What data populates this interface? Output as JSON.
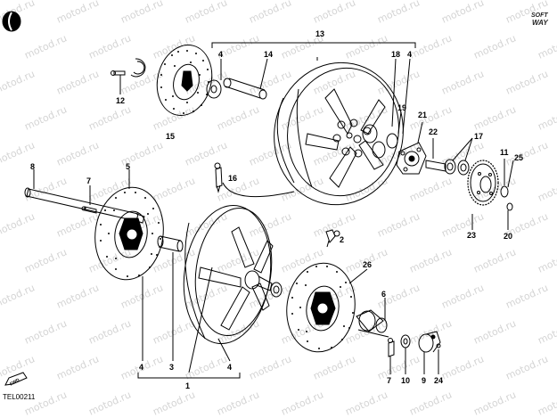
{
  "diagram": {
    "document_code": "TEL00211",
    "brand": {
      "line1": "SOFT",
      "line2": "WAY"
    },
    "watermark_text": "motod.ru",
    "front_arrow_label": "FWD",
    "callouts": {
      "c13": "13",
      "c4a": "4",
      "c14": "14",
      "c18": "18",
      "c4b": "4",
      "c12": "12",
      "c15": "15",
      "c19": "19",
      "c21": "21",
      "c22": "22",
      "c17": "17",
      "c8": "8",
      "c5": "5",
      "c7a": "7",
      "c16": "16",
      "c11": "11",
      "c25": "25",
      "c23": "23",
      "c20": "20",
      "c2": "2",
      "c26": "26",
      "c6": "6",
      "c4c": "4",
      "c3": "3",
      "c4d": "4",
      "c1": "1",
      "c7b": "7",
      "c10": "10",
      "c9": "9",
      "c24": "24"
    }
  }
}
